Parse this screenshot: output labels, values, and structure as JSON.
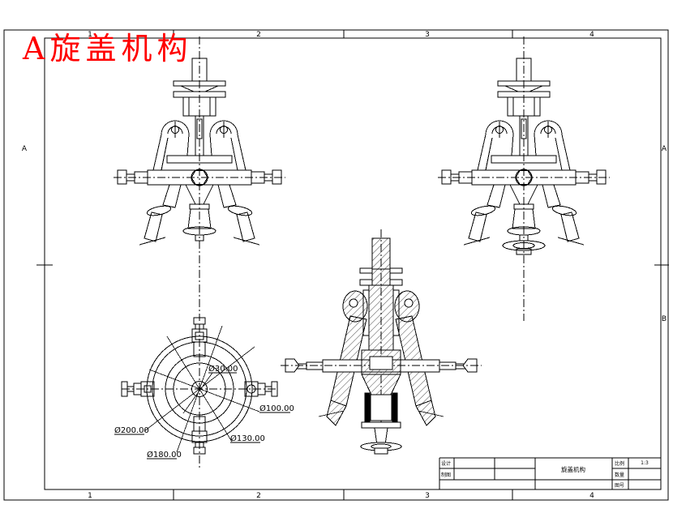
{
  "sheet": {
    "background": "#FFFFFF",
    "line_color": "#000000"
  },
  "title": {
    "text": "A旋盖机构",
    "color": "#FF0000"
  },
  "zones": {
    "top": [
      "1",
      "2",
      "3",
      "4"
    ],
    "bottom": [
      "1",
      "2",
      "3",
      "4"
    ],
    "left": [
      "A"
    ],
    "right": [
      "A",
      "B"
    ]
  },
  "dimensions": {
    "d30": "Ø30.00",
    "d100": "Ø100.00",
    "d130": "Ø130.00",
    "d180": "Ø180.00",
    "d200": "Ø200.00"
  },
  "title_block": {
    "designer_label": "设计",
    "drafter_label": "制图",
    "part_name": "旋盖机构",
    "scale_label": "比例",
    "scale_value": "1:3",
    "quantity_label": "数量",
    "sheet_label": "图号"
  }
}
